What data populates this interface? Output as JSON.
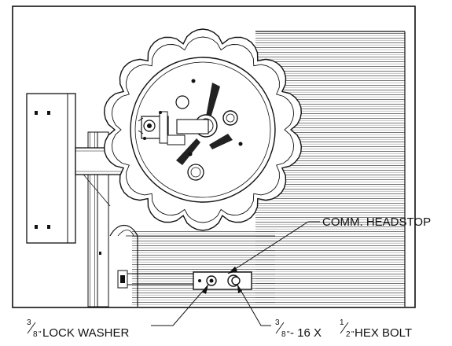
{
  "callouts": {
    "headstop": {
      "text": "COMM. HEADSTOP"
    },
    "washer": {
      "fraction_num": "3",
      "fraction_den": "8",
      "unit": "\"",
      "text": " LOCK WASHER"
    },
    "bolt": {
      "fraction_num": "3",
      "fraction_den": "8",
      "unit": "\"",
      "mid": " - 16 X ",
      "fraction2_num": "1",
      "fraction2_den": "2",
      "unit2": "\"",
      "text": " HEX BOLT"
    }
  }
}
